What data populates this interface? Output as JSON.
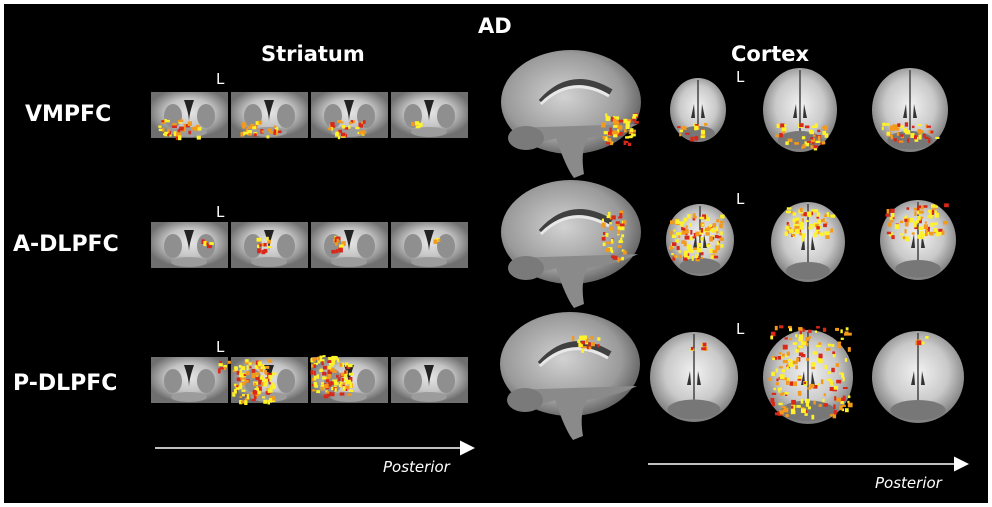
{
  "figure": {
    "title": "AD",
    "columns": {
      "left": "Striatum",
      "right": "Cortex"
    },
    "rows": [
      "VMPFC",
      "A-DLPFC",
      "P-DLPFC"
    ],
    "left_marker": "L",
    "axis_label": "Posterior",
    "colors": {
      "background": "#000000",
      "activation_red": "#d8281a",
      "activation_orange": "#f39a1c",
      "activation_yellow": "#fff22a"
    }
  }
}
